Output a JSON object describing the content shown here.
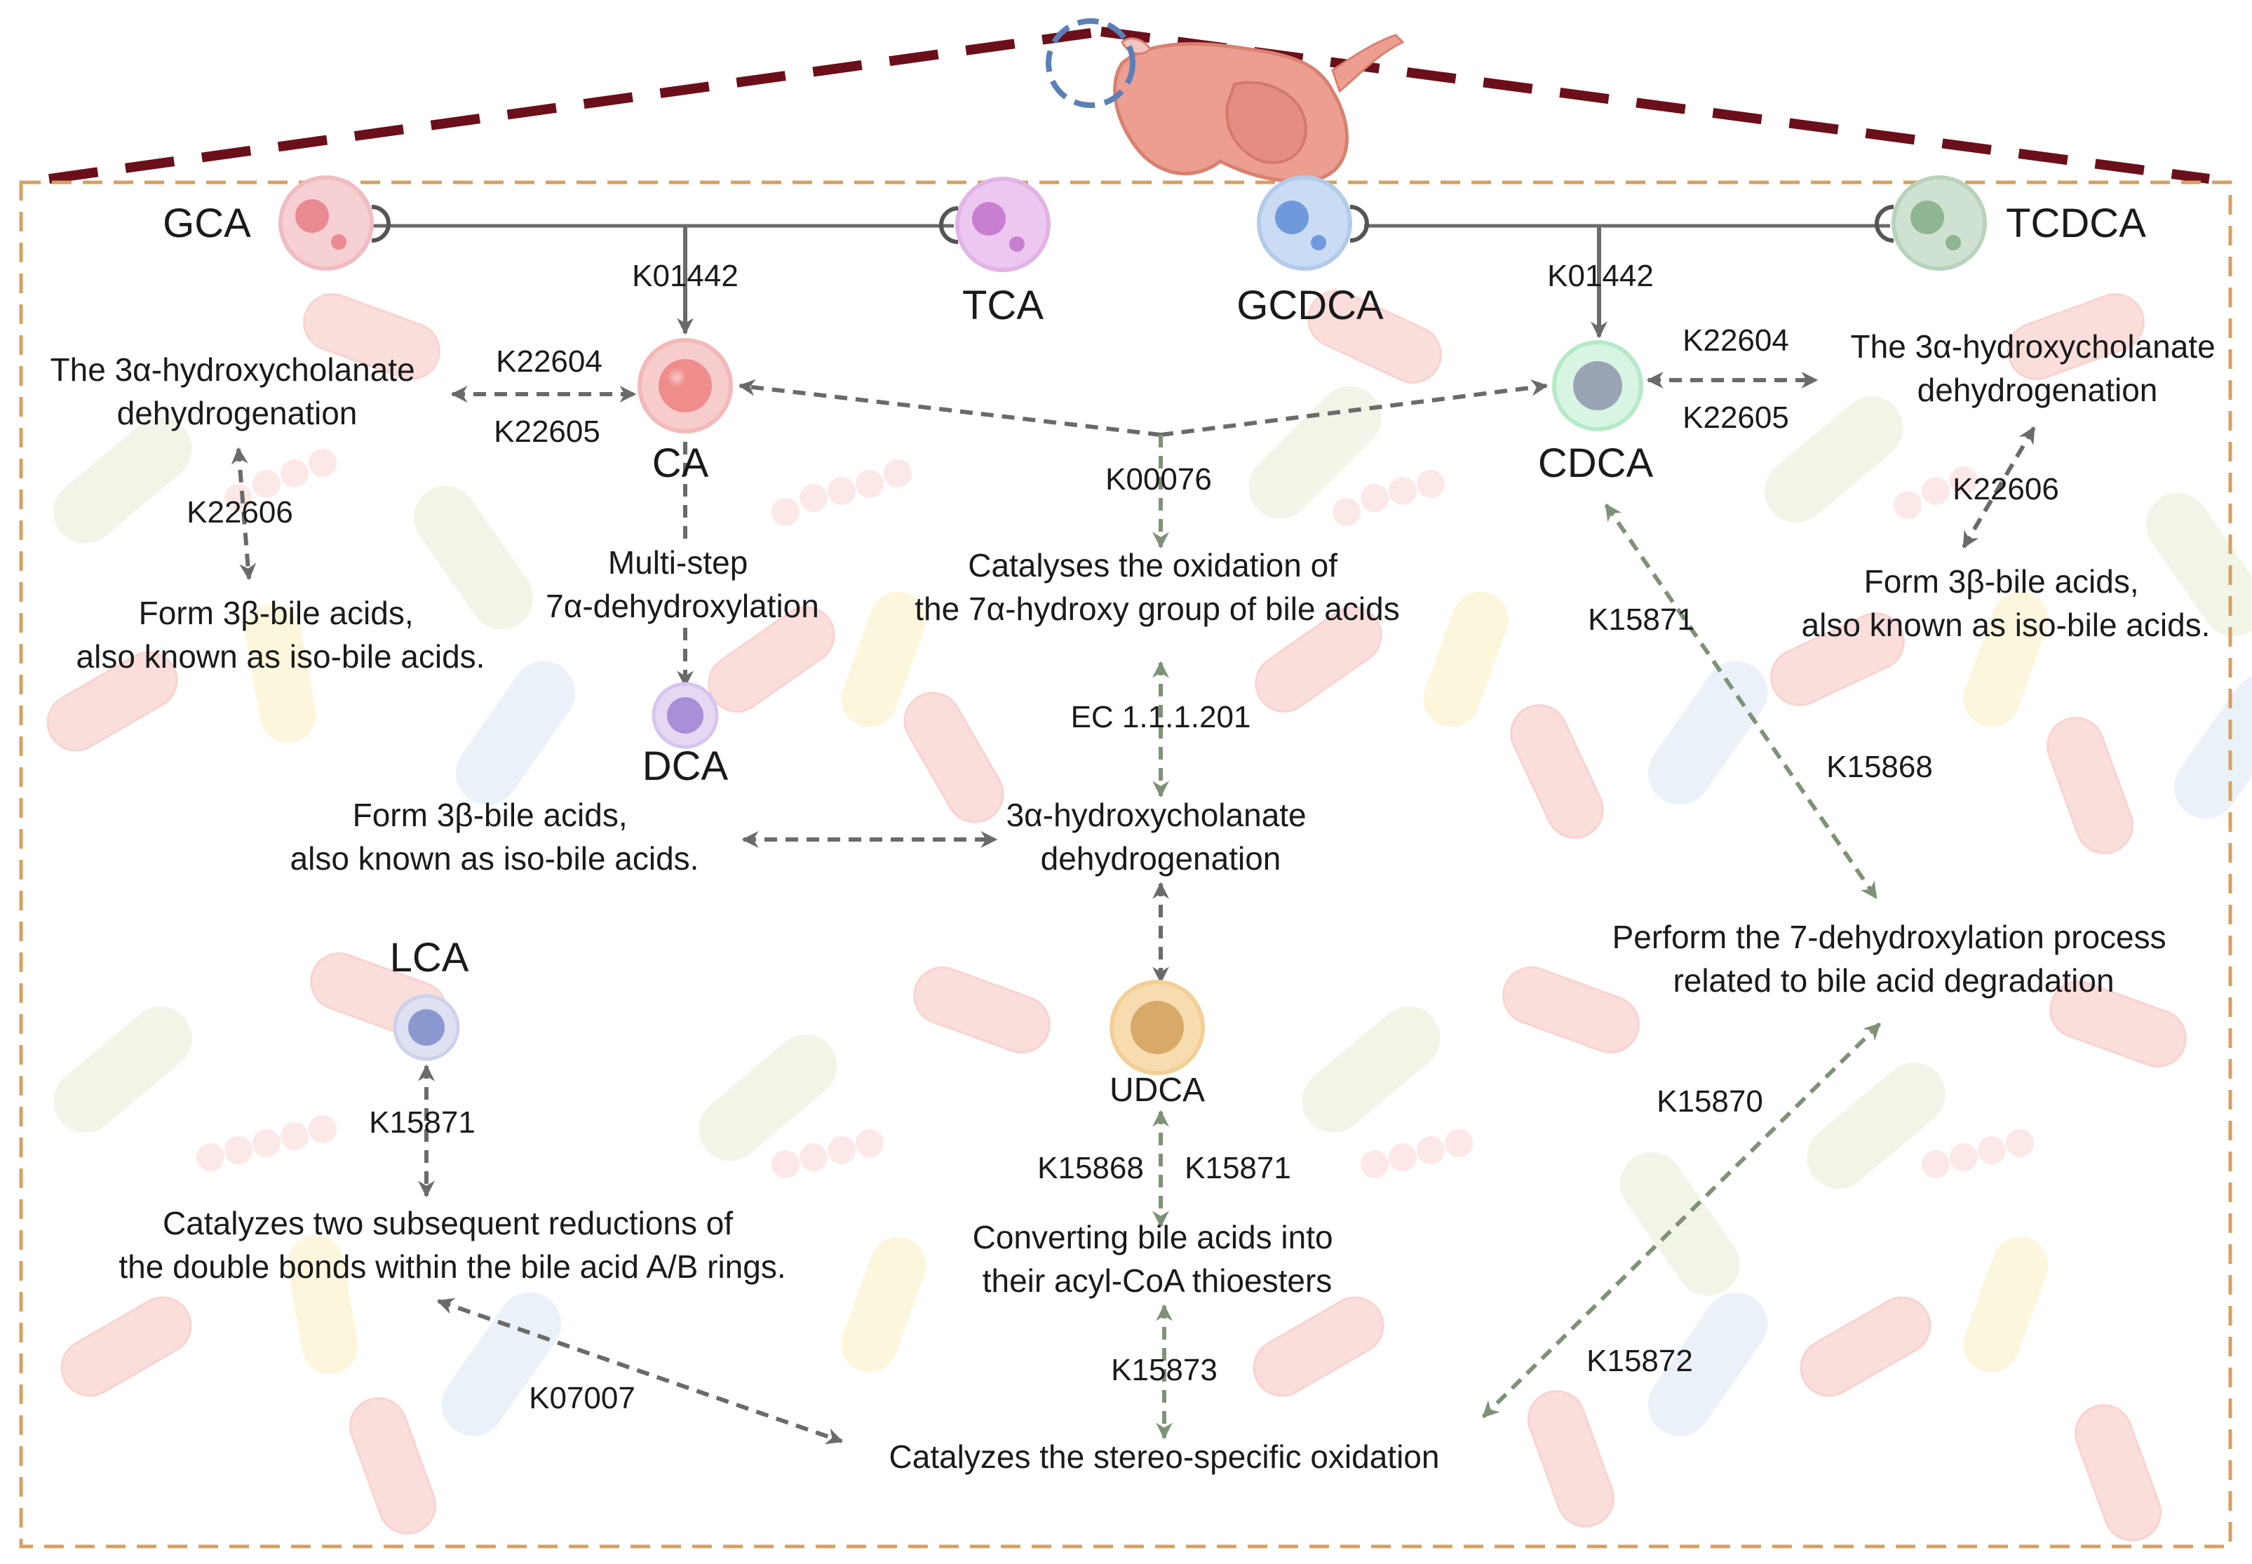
{
  "nodes": {
    "gca": "GCA",
    "tca": "TCA",
    "gcdca": "GCDCA",
    "tcdca": "TCDCA",
    "ca": "CA",
    "cdca": "CDCA",
    "dca": "DCA",
    "lca": "LCA",
    "udca": "UDCA"
  },
  "codes": {
    "k01442_left": "K01442",
    "k01442_right": "K01442",
    "k22604_left": "K22604",
    "k22605_left": "K22605",
    "k22606_left": "K22606",
    "k22604_right": "K22604",
    "k22605_right": "K22605",
    "k22606_right": "K22606",
    "k00076": "K00076",
    "ec": "EC 1.1.1.201",
    "k15871_cdca": "K15871",
    "k15868_cdca": "K15868",
    "k15870": "K15870",
    "k15872": "K15872",
    "k15871_lca": "K15871",
    "k15868_udca": "K15868",
    "k15871_udca": "K15871",
    "k15873": "K15873",
    "k07007": "K07007"
  },
  "descriptions": {
    "left_dehydro": [
      "The 3α-hydroxycholanate",
      "dehydrogenation"
    ],
    "left_iso": [
      "Form 3β-bile acids,",
      "also known as iso-bile acids."
    ],
    "right_dehydro": [
      "The 3α-hydroxycholanate",
      "dehydrogenation"
    ],
    "right_iso": [
      "Form 3β-bile acids,",
      "also known as iso-bile acids."
    ],
    "multistep": [
      "Multi-step",
      "7α-dehydroxylation"
    ],
    "catalyses_7a": [
      "Catalyses the oxidation of",
      "the 7α-hydroxy group of bile acids"
    ],
    "dca_iso": [
      "Form 3β-bile acids,",
      "also known as iso-bile acids."
    ],
    "center_dehydro": [
      "3α-hydroxycholanate",
      "dehydrogenation"
    ],
    "perform_7dehydrox": [
      "Perform the 7-dehydroxylation process",
      "related to bile acid degradation"
    ],
    "reductions": [
      "Catalyzes two subsequent reductions of",
      "the double bonds within the bile acid A/B rings."
    ],
    "converting": [
      "Converting bile acids into",
      "their acyl-CoA thioesters"
    ],
    "stereo": [
      "Catalyzes the stereo-specific oxidation"
    ]
  },
  "colors": {
    "frame_dashes": "#6b0f1a",
    "inner_border": "#d9a05b",
    "gray_arrow": "#6a6a6a",
    "green_arrow": "#7f9278",
    "gca": "#e98b91",
    "tca": "#c97fd1",
    "gcdca": "#6f99dc",
    "tcdca": "#8fb592",
    "ca": "#ef8c8c",
    "cdca": "#a2e6bd",
    "dca": "#a88fd6",
    "lca": "#8b98d0",
    "udca": "#e9b160",
    "organ": "#ec9e90"
  }
}
